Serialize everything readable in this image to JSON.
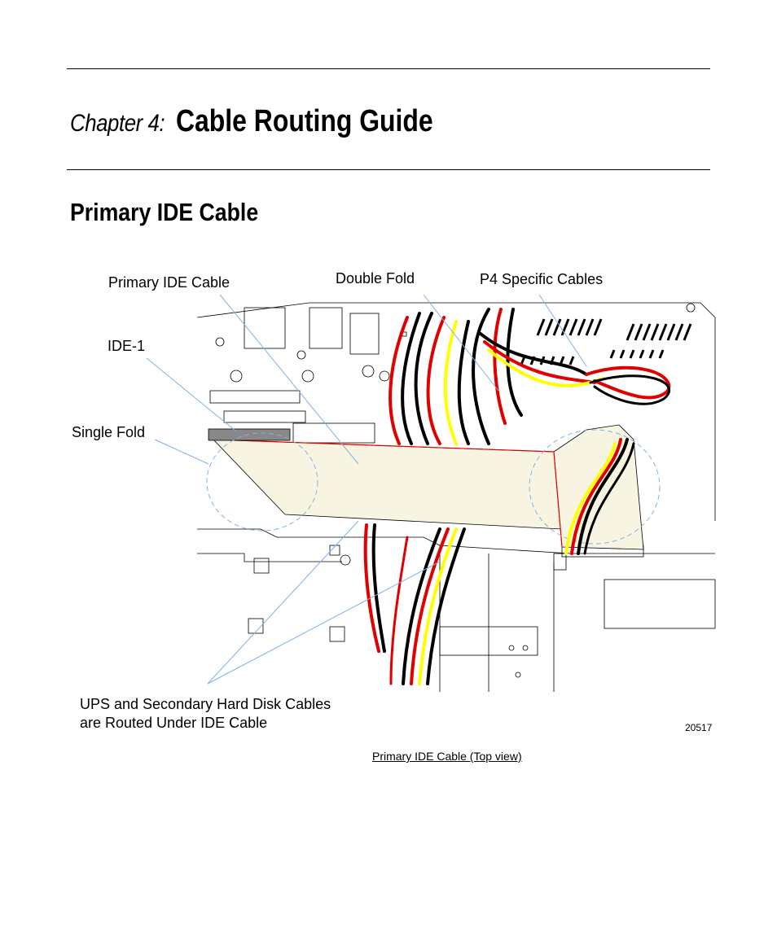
{
  "chapter": {
    "prefix": "Chapter 4:",
    "title": "Cable Routing Guide"
  },
  "section": {
    "title": "Primary IDE Cable"
  },
  "figure": {
    "labels": {
      "primary_ide_cable": "Primary IDE Cable",
      "double_fold": "Double Fold",
      "p4_specific_cables": "P4 Specific Cables",
      "ide_1": "IDE-1",
      "single_fold": "Single Fold",
      "ups_line1": "UPS and Secondary Hard Disk Cables",
      "ups_line2": "are Routed Under IDE Cable"
    },
    "figure_id": "20517",
    "caption": "Primary IDE Cable (Top view)"
  },
  "colors": {
    "cable_red": "#e00000",
    "cable_yellow": "#ffff00",
    "cable_black": "#000000",
    "ribbon_fill": "#f7f5e2",
    "leader_blue": "#7fb2e5"
  }
}
